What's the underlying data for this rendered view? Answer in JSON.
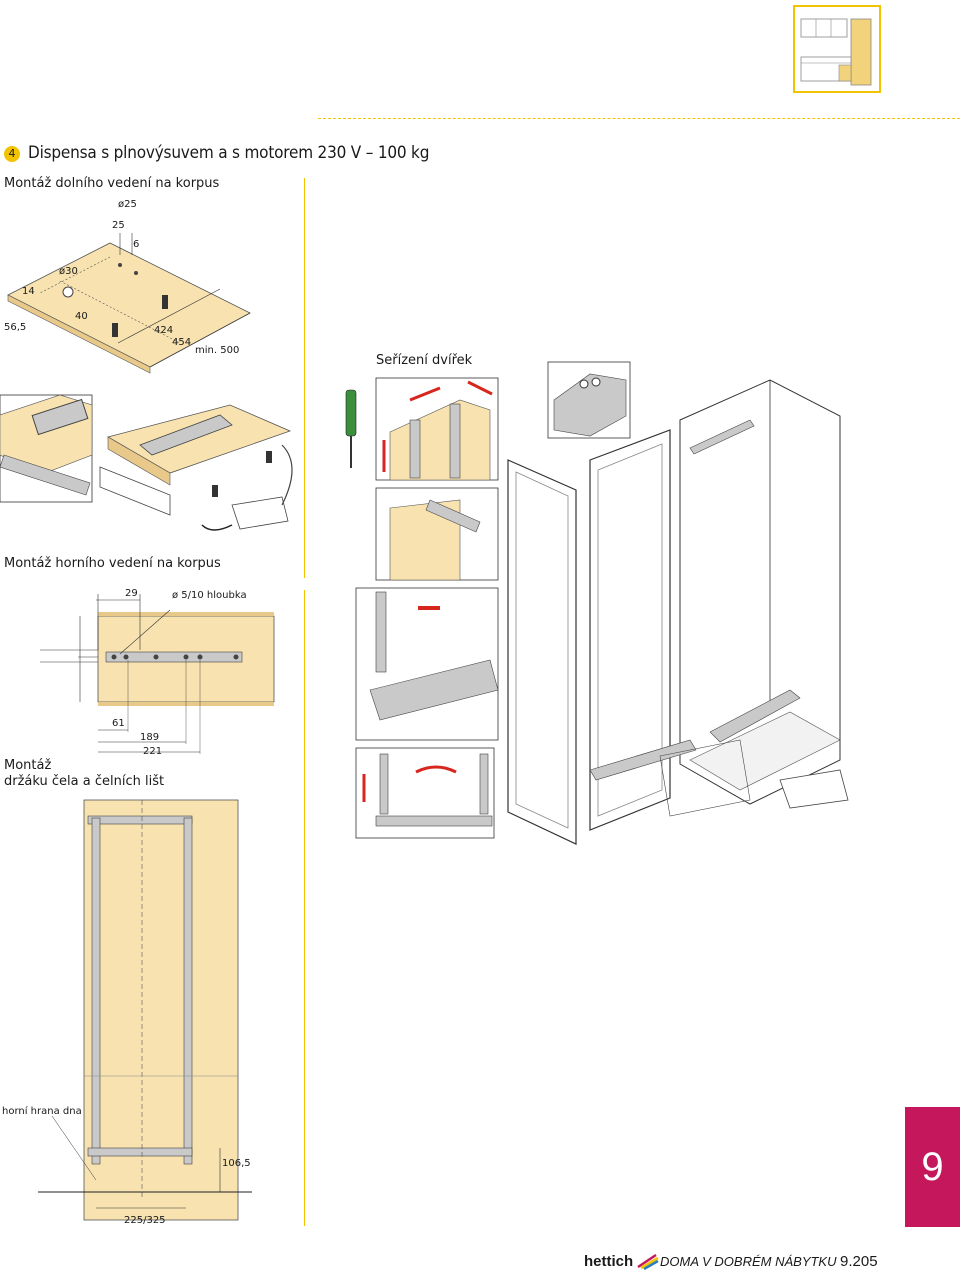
{
  "header": {
    "badge": "4",
    "title": "Dispensa s plnovýsuvem a s motorem 230 V – 100 kg"
  },
  "section1": {
    "heading": "Montáž dolního vedení na korpus",
    "dims": {
      "d25": "ø25",
      "n25": "25",
      "n6": "6",
      "d30": "ø30",
      "n14": "14",
      "n40": "40",
      "n56": "56,5",
      "n424": "424",
      "n454": "454",
      "min500": "min. 500"
    }
  },
  "section_door": {
    "heading": "Seřízení dvířek"
  },
  "section2": {
    "heading": "Montáž horního vedení na korpus",
    "dims": {
      "n29": "29",
      "depth": "ø 5/10 hloubka",
      "n61": "61",
      "n189": "189",
      "n221": "221"
    }
  },
  "section3": {
    "heading_line1": "Montáž",
    "heading_line2": "držáku čela a čelních lišt",
    "bottom_edge_label": "horní hrana dna",
    "n106": "106,5",
    "n225": "225/325"
  },
  "chapter_tab": "9",
  "footer": {
    "brand": "hettich",
    "slogan": "DOMA V DOBRÉM NÁBYTKU",
    "page": "9.205"
  },
  "colors": {
    "accent_yellow": "#f2c300",
    "chapter_tab": "#c4175c",
    "panel_wood": "#f7e2b0",
    "rail_grey": "#c9c9c9",
    "arrow_red": "#d7261e"
  }
}
